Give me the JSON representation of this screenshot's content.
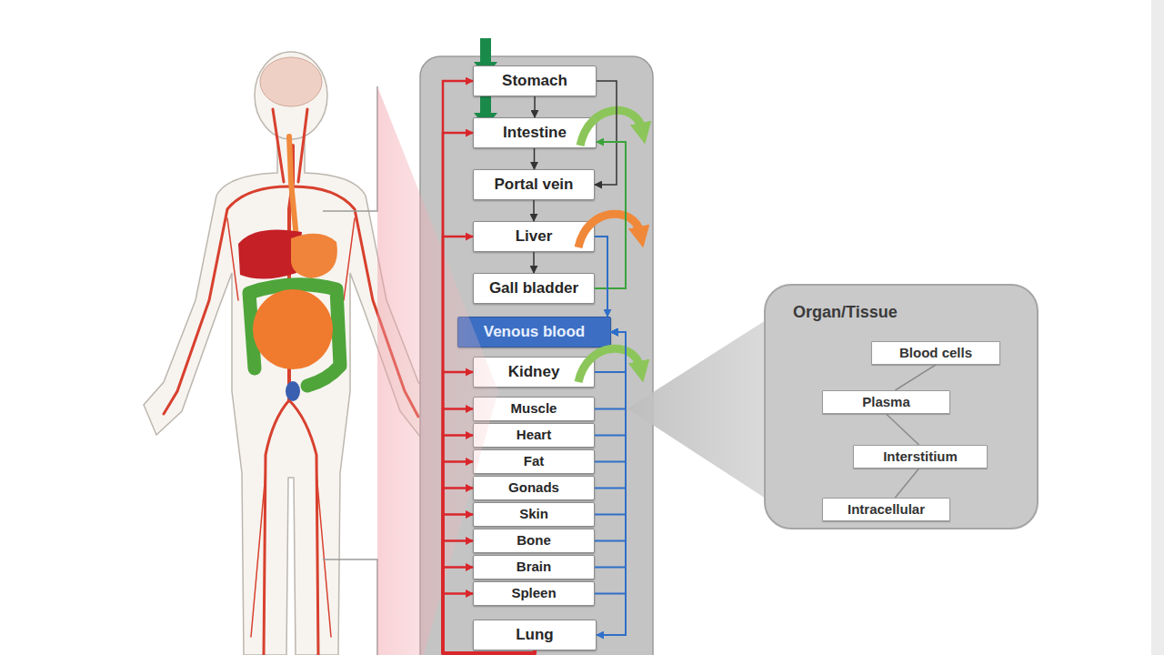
{
  "diagram": {
    "nodes": [
      {
        "text": [
          "Stomach"
        ]
      },
      {
        "text": [
          "Intestine"
        ]
      },
      {
        "text": [
          "Portal vein"
        ]
      },
      {
        "text": [
          "Liver"
        ]
      },
      {
        "text": [
          "Gall bladder"
        ]
      },
      {
        "text": [
          "Venous blood"
        ]
      },
      {
        "text": [
          "Kidney"
        ]
      },
      {
        "text": [
          "Muscle"
        ]
      },
      {
        "text": [
          "Heart"
        ]
      },
      {
        "text": [
          "Fat"
        ]
      },
      {
        "text": [
          "Gonads"
        ]
      },
      {
        "text": [
          "Skin"
        ]
      },
      {
        "text": [
          "Bone"
        ]
      },
      {
        "text": [
          "Brain"
        ]
      },
      {
        "text": [
          "Spleen"
        ]
      },
      {
        "text": [
          "Lung"
        ]
      },
      {
        "text": [
          "Organ/Tissue"
        ]
      },
      {
        "text": [
          "Blood cells"
        ],
        "in": 16
      },
      {
        "text": [
          "Plasma"
        ],
        "in": 16
      },
      {
        "text": [
          "Interstitium"
        ],
        "in": 16
      },
      {
        "text": [
          "Intracellular"
        ],
        "in": 16
      }
    ],
    "edges": [
      {
        "from": 0,
        "to": 1,
        "arrow": "to"
      },
      {
        "from": 1,
        "to": 2,
        "arrow": "to"
      },
      {
        "from": 2,
        "to": 3,
        "arrow": "to"
      },
      {
        "from": 3,
        "to": 4,
        "arrow": "to"
      },
      {
        "from": 0,
        "to": 2,
        "arrow": "to"
      },
      {
        "from": 4,
        "to": 1,
        "arrow": "to"
      },
      {
        "from": 3,
        "to": 5,
        "arrow": "to"
      },
      {
        "from": 6,
        "to": 5,
        "arrow": "to"
      },
      {
        "from": 7,
        "to": 5,
        "arrow": "to"
      },
      {
        "from": 8,
        "to": 5,
        "arrow": "to"
      },
      {
        "from": 9,
        "to": 5,
        "arrow": "to"
      },
      {
        "from": 10,
        "to": 5,
        "arrow": "to"
      },
      {
        "from": 11,
        "to": 5,
        "arrow": "to"
      },
      {
        "from": 12,
        "to": 5,
        "arrow": "to"
      },
      {
        "from": 13,
        "to": 5,
        "arrow": "to"
      },
      {
        "from": 14,
        "to": 5,
        "arrow": "to"
      },
      {
        "from": 5,
        "to": 15,
        "arrow": "to"
      },
      {
        "from": 15,
        "to": 0,
        "arrow": "to"
      },
      {
        "from": 15,
        "to": 1,
        "arrow": "to"
      },
      {
        "from": 15,
        "to": 3,
        "arrow": "to"
      },
      {
        "from": 15,
        "to": 6,
        "arrow": "to"
      },
      {
        "from": 15,
        "to": 7,
        "arrow": "to"
      },
      {
        "from": 15,
        "to": 8,
        "arrow": "to"
      },
      {
        "from": 15,
        "to": 9,
        "arrow": "to"
      },
      {
        "from": 15,
        "to": 10,
        "arrow": "to"
      },
      {
        "from": 15,
        "to": 11,
        "arrow": "to"
      },
      {
        "from": 15,
        "to": 12,
        "arrow": "to"
      },
      {
        "from": 15,
        "to": 13,
        "arrow": "to"
      },
      {
        "from": 15,
        "to": 14,
        "arrow": "to"
      },
      {
        "from": 17,
        "to": 18,
        "arrow": "none"
      },
      {
        "from": 18,
        "to": 19,
        "arrow": "none"
      },
      {
        "from": 19,
        "to": 20,
        "arrow": "none"
      }
    ]
  }
}
